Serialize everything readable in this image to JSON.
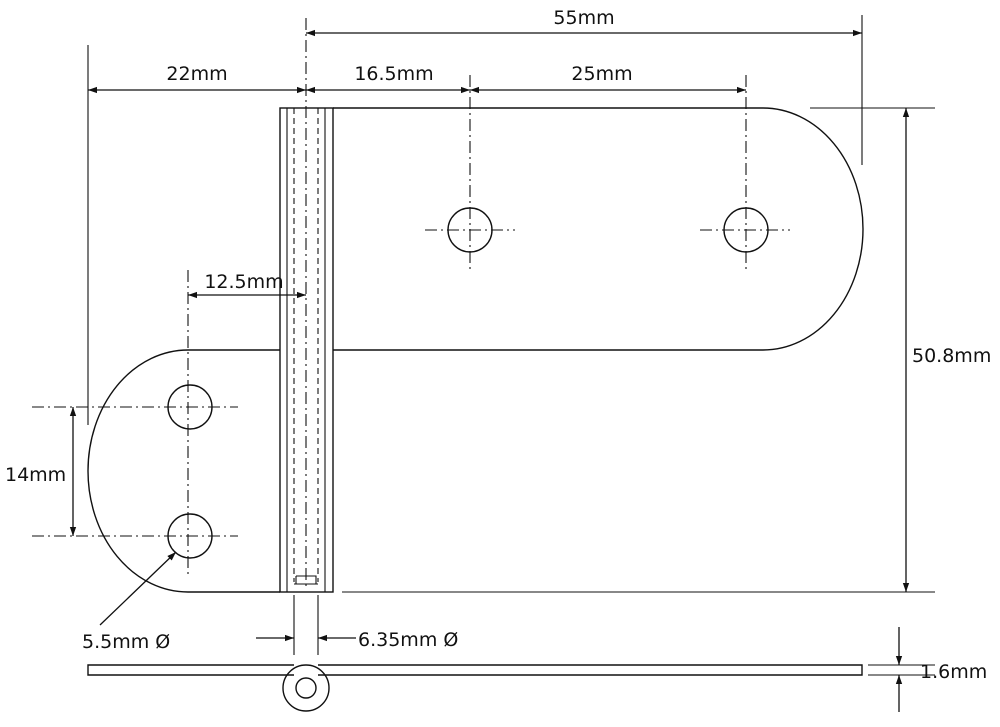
{
  "dimensions": {
    "overall_width": "55mm",
    "left_leaf": "22mm",
    "hole_offset": "16.5mm",
    "hole_spacing": "25mm",
    "hole_to_pin": "12.5mm",
    "height": "50.8mm",
    "vertical_hole_spacing": "14mm",
    "hole_diameter": "5.5mm Ø",
    "pin_diameter": "6.35mm Ø",
    "thickness": "1.6mm"
  }
}
